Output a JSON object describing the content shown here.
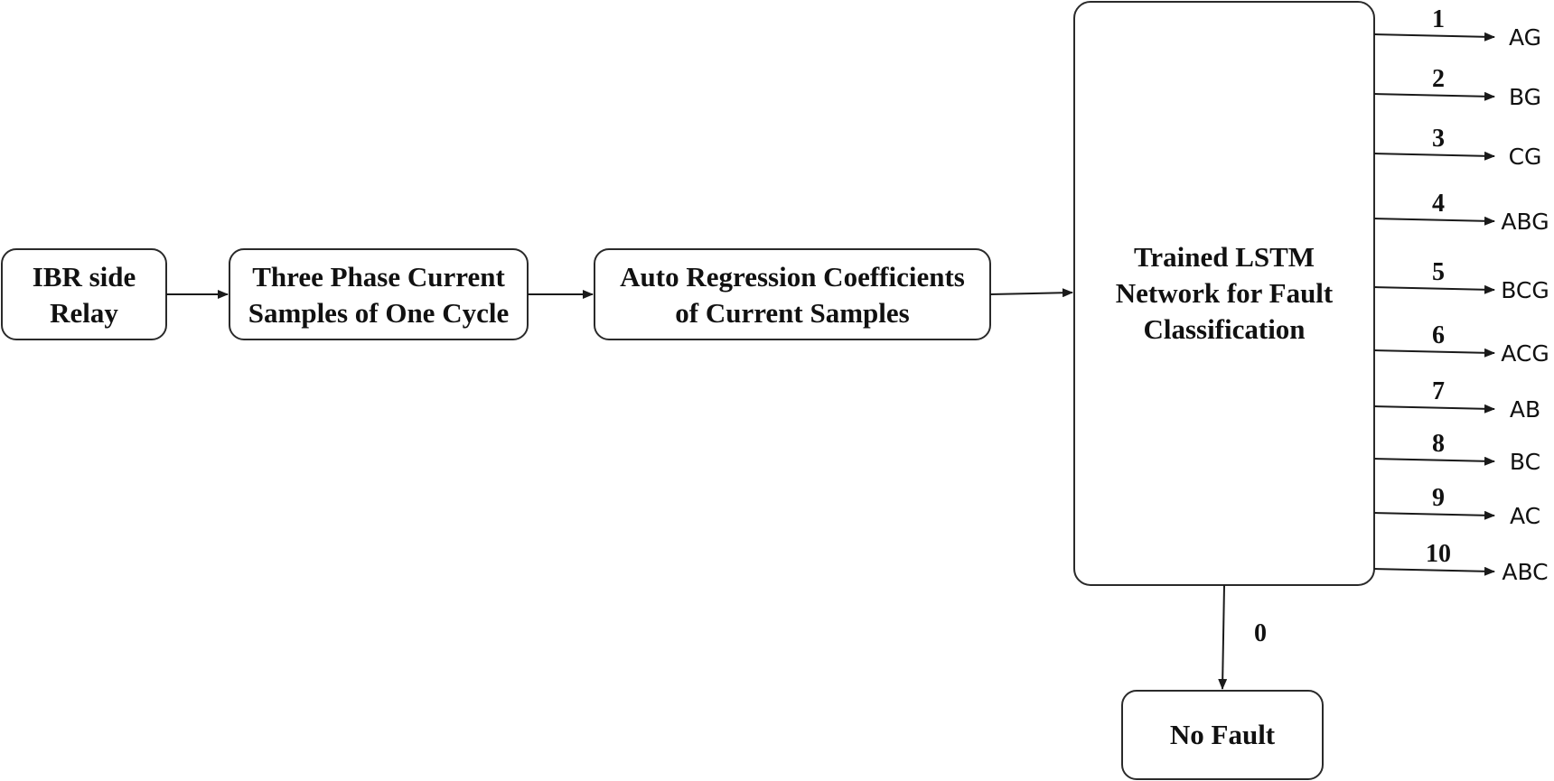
{
  "nodes": {
    "relay": {
      "lines": [
        "IBR side",
        "Relay"
      ]
    },
    "samples": {
      "lines": [
        "Three Phase Current",
        "Samples of One Cycle"
      ]
    },
    "ar": {
      "lines": [
        "Auto Regression Coefficients",
        "of Current Samples"
      ]
    },
    "lstm": {
      "lines": [
        "Trained LSTM",
        "Network for Fault",
        "Classification"
      ]
    },
    "nofault": {
      "lines": [
        "No Fault"
      ]
    }
  },
  "outputs": [
    {
      "num": "1",
      "label": "AG"
    },
    {
      "num": "2",
      "label": "BG"
    },
    {
      "num": "3",
      "label": "CG"
    },
    {
      "num": "4",
      "label": "ABG"
    },
    {
      "num": "5",
      "label": "BCG"
    },
    {
      "num": "6",
      "label": "ACG"
    },
    {
      "num": "7",
      "label": "AB"
    },
    {
      "num": "8",
      "label": "BC"
    },
    {
      "num": "9",
      "label": "AC"
    },
    {
      "num": "10",
      "label": "ABC"
    }
  ],
  "no_fault_edge": {
    "num": "0"
  }
}
